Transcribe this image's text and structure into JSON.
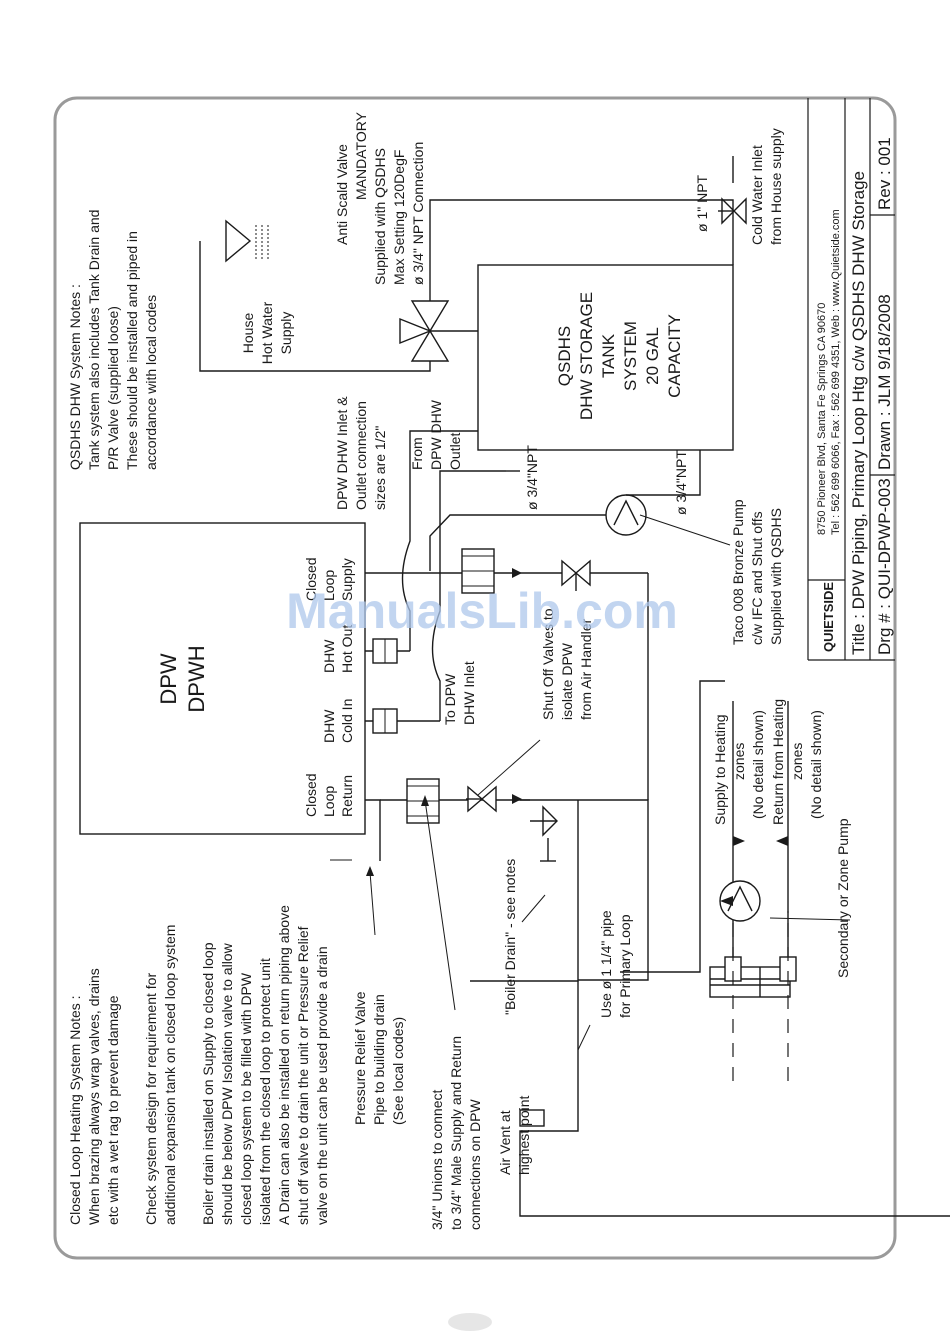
{
  "notes": {
    "closed_loop": [
      "Closed Loop Heating System Notes :",
      "When brazing always wrap valves, drains",
      "etc with a wet rag to prevent damage",
      "",
      "Check system design for requirement for",
      "additional expansion tank on closed loop system",
      "",
      "Boiler drain installed on Supply to closed loop",
      "should be below DPW Isolation valve to allow",
      "closed loop system to be filled with DPW",
      "isolated from the closed loop to protect unit",
      "A Drain can also be installed on return piping above",
      "shut off valve to drain the unit or Pressure Relief",
      "valve on the unit can be used provide a drain"
    ],
    "qsdhs": [
      "QSDHS DHW System Notes :",
      "Tank system also includes Tank Drain and",
      "P/R Valve (supplied loose)",
      "These should be installed and piped in",
      "accordance with local codes"
    ]
  },
  "labels": {
    "dpw_title": [
      "DPW",
      "DPWH"
    ],
    "closed_loop_return": [
      "Closed",
      "Loop",
      "Return"
    ],
    "dhw_cold_in": [
      "DHW",
      "Cold In"
    ],
    "dhw_hot_out": [
      "DHW",
      "Hot Out"
    ],
    "closed_loop_supply": [
      "Closed",
      "Loop",
      "Supply"
    ],
    "to_dpw_dhw_inlet": [
      "To DPW",
      "DHW Inlet"
    ],
    "from_dpw_dhw_outlet": [
      "From",
      "DPW DHW",
      "Outlet"
    ],
    "dpw_inlet_outlet_sizes": [
      "DPW DHW Inlet &",
      "Outlet connection",
      "sizes are 1/2\""
    ],
    "qsdhs_tank": [
      "QSDHS",
      "DHW STORAGE",
      "TANK",
      "SYSTEM",
      "20 GAL",
      "CAPACITY"
    ],
    "npt_left": "ø 3/4\"NPT",
    "npt_right": "ø 3/4\"NPT",
    "npt_1in": "ø 1\" NPT",
    "house_hot_water": [
      "House",
      "Hot Water",
      "Supply"
    ],
    "anti_scald": [
      "Anti Scald Valve",
      "MANDATORY",
      "Supplied with QSDHS",
      "Max Setting 120DegF",
      "ø 3/4\" NPT Connection"
    ],
    "cold_water_inlet": [
      "Cold Water Inlet",
      "from House supply"
    ],
    "taco_pump": [
      "Taco 008 Bronze Pump",
      "c/w IFC and Shut offs",
      "Supplied with QSDHS"
    ],
    "shut_off_valves": [
      "Shut Off Valves to",
      "isolate DPW",
      "from Air Handler"
    ],
    "pressure_relief": [
      "Pressure Relief Valve",
      "Pipe to building drain",
      "(See local codes)"
    ],
    "unions": [
      "3/4\" Unions to connect",
      "to 3/4\" Male Supply and Return",
      "connections on DPW"
    ],
    "boiler_drain": "\"Boiler Drain\" - see notes",
    "primary_loop": [
      "Use ø 1 1/4\" pipe",
      "for Primary Loop"
    ],
    "air_vent": [
      "Air Vent at",
      "highest point"
    ],
    "supply_heating": [
      "Supply to Heating",
      "zones",
      "(No detail shown)"
    ],
    "return_heating": [
      "Return from Heating",
      "zones",
      "(No detail shown)"
    ],
    "secondary_pump": "Secondary or Zone Pump"
  },
  "title_block": {
    "address": "8750 Pioneer Blvd, Santa Fe Springs CA 90670",
    "contact": "Tel : 562 699 6066, Fax : 562 699 4351, Web : www.Quietside.com",
    "logo": "QUIETSIDE",
    "title": "Title : DPW Piping, Primary Loop Htg c/w QSDHS DHW Storage",
    "drg": "Drg # : QUI-DPWP-003",
    "drawn": "Drawn : JLM  9/18/2008",
    "rev": "Rev : 001"
  },
  "watermark": "ManualsLib.com"
}
